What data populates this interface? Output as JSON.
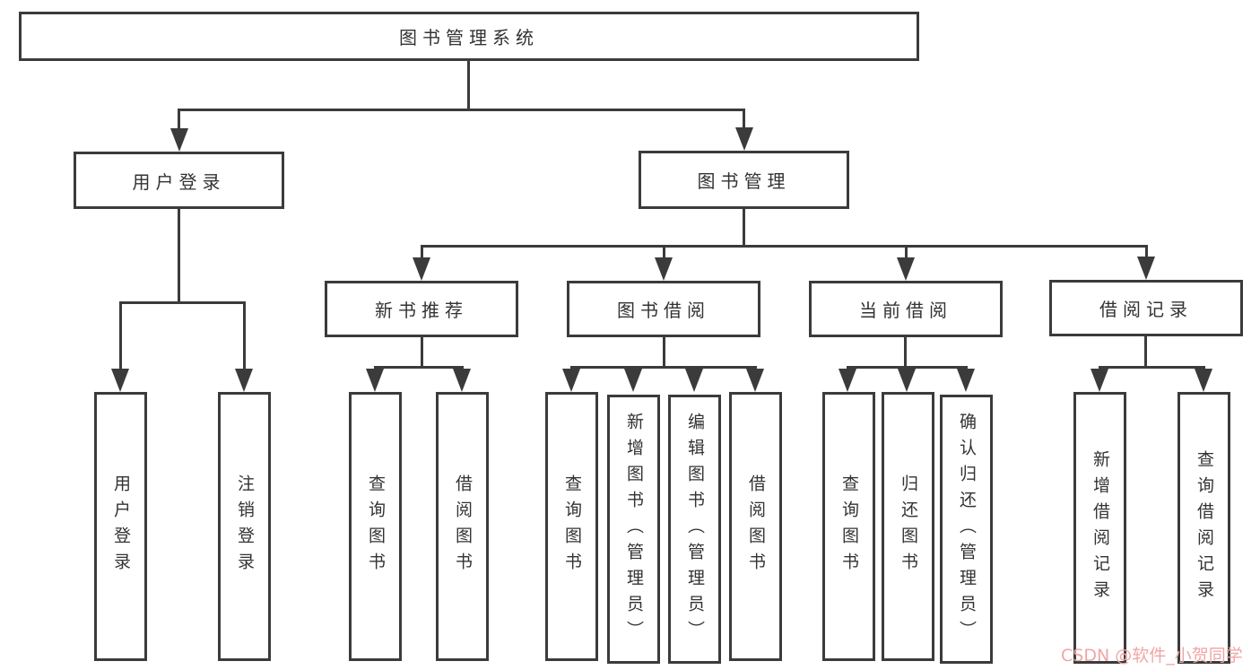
{
  "diagram": {
    "title": "图书管理系统",
    "nodes": {
      "root": "图书管理系统",
      "user_login": "用户登录",
      "book_mgmt": "图书管理",
      "new_book_rec": "新书推荐",
      "book_borrow": "图书借阅",
      "current_borrow": "当前借阅",
      "borrow_record": "借阅记录",
      "leaf_user_login": "用户登录",
      "leaf_logout": "注销登录",
      "rec_query_book": "查询图书",
      "rec_borrow_book": "借阅图书",
      "bb_query_book": "查询图书",
      "bb_add_book_admin": "新增图书（管理员）",
      "bb_edit_book_admin": "编辑图书（管理员）",
      "bb_borrow_book": "借阅图书",
      "cb_query_book": "查询图书",
      "cb_return_book": "归还图书",
      "cb_confirm_return_admin": "确认归还（管理员）",
      "br_add_record": "新增借阅记录",
      "br_query_record": "查询借阅记录"
    },
    "colors": {
      "line": "#3b3b3b",
      "text": "#333333",
      "watermark": "#f0a6a6",
      "background": "#ffffff"
    }
  },
  "watermark": "CSDN @软件_小贺同学"
}
